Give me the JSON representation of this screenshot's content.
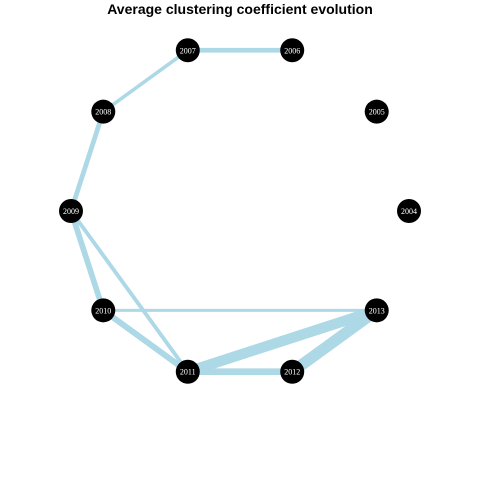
{
  "title": "Average clustering coefficient evolution",
  "colors": {
    "edge": "#add8e6",
    "node": "#000000",
    "label": "#ffffff",
    "background": "#ffffff"
  },
  "graph": {
    "layout": "circle",
    "nodes": [
      {
        "id": "2004",
        "label": "2004"
      },
      {
        "id": "2005",
        "label": "2005"
      },
      {
        "id": "2006",
        "label": "2006"
      },
      {
        "id": "2007",
        "label": "2007"
      },
      {
        "id": "2008",
        "label": "2008"
      },
      {
        "id": "2009",
        "label": "2009"
      },
      {
        "id": "2010",
        "label": "2010"
      },
      {
        "id": "2011",
        "label": "2011"
      },
      {
        "id": "2012",
        "label": "2012"
      },
      {
        "id": "2013",
        "label": "2013"
      }
    ],
    "edges": [
      {
        "source": "2006",
        "target": "2007",
        "weight": 1.6
      },
      {
        "source": "2007",
        "target": "2008",
        "weight": 1.2
      },
      {
        "source": "2008",
        "target": "2009",
        "weight": 1.6
      },
      {
        "source": "2009",
        "target": "2010",
        "weight": 1.9
      },
      {
        "source": "2009",
        "target": "2011",
        "weight": 1.3
      },
      {
        "source": "2010",
        "target": "2011",
        "weight": 2.0
      },
      {
        "source": "2010",
        "target": "2013",
        "weight": 1.0
      },
      {
        "source": "2011",
        "target": "2012",
        "weight": 2.2
      },
      {
        "source": "2011",
        "target": "2013",
        "weight": 3.5
      },
      {
        "source": "2012",
        "target": "2013",
        "weight": 3.8
      }
    ]
  }
}
